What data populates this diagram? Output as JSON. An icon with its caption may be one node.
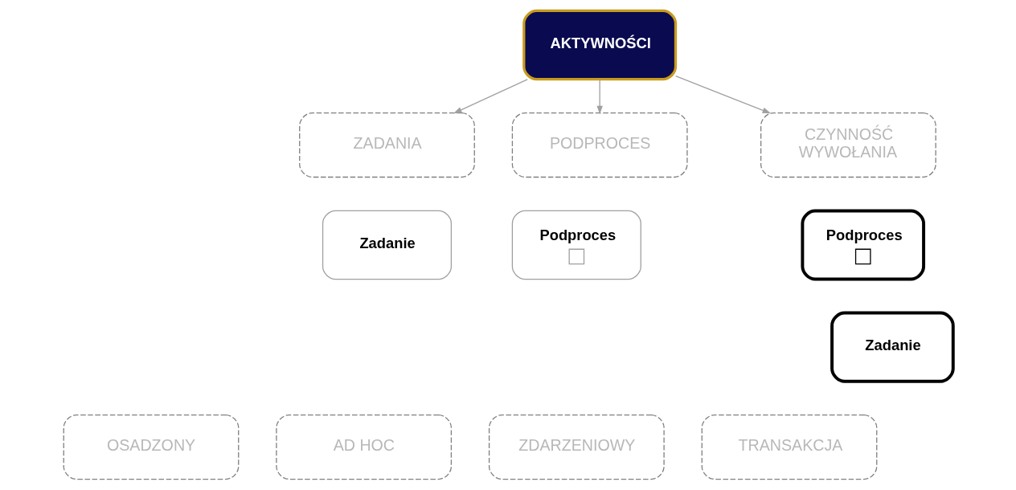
{
  "diagram": {
    "nodes": [
      {
        "text": [
          "AKTYWNOŚCI"
        ]
      },
      {
        "text": [
          "ZADANIA"
        ]
      },
      {
        "text": [
          "PODPROCES"
        ]
      },
      {
        "text": [
          "CZYNNOŚĆ WYWOŁANIA"
        ]
      },
      {
        "text": [
          "Zadanie"
        ]
      },
      {
        "text": [
          "Podproces"
        ]
      },
      {
        "text": [
          "Podproces"
        ]
      },
      {
        "text": [
          "Zadanie"
        ]
      },
      {
        "text": [
          "OSADZONY"
        ]
      },
      {
        "text": [
          "AD HOC"
        ]
      },
      {
        "text": [
          "ZDARZENIOWY"
        ]
      },
      {
        "text": [
          "TRANSAKCJA"
        ]
      }
    ],
    "edges": [
      {
        "from": 0,
        "to": 1,
        "arrow": "to"
      },
      {
        "from": 0,
        "to": 2,
        "arrow": "to"
      },
      {
        "from": 0,
        "to": 3,
        "arrow": "to"
      }
    ]
  }
}
